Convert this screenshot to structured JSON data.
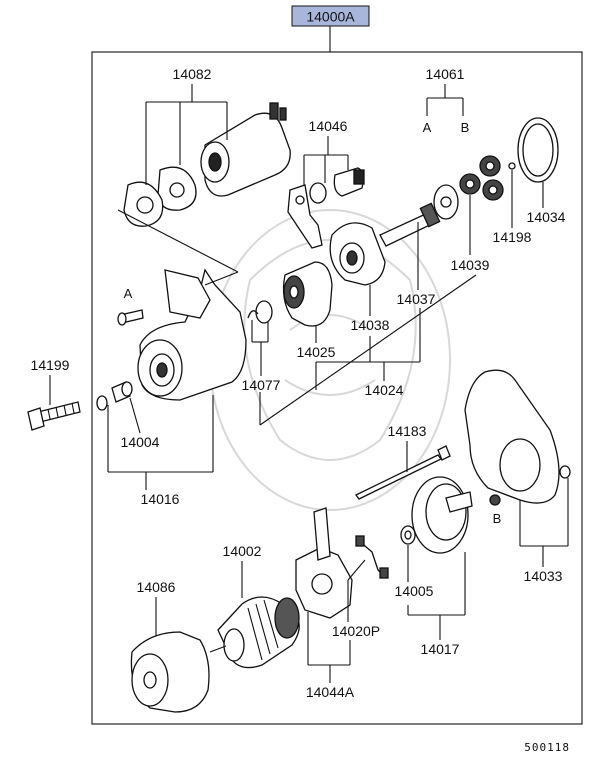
{
  "assembly_label": "14000A",
  "ref_code": "500118",
  "colors": {
    "highlight": "#a9b6dc",
    "line": "#111111"
  },
  "labels": {
    "p14082": "14082",
    "p14061": "14061",
    "p14061_a": "A",
    "p14061_b": "B",
    "p14046": "14046",
    "p14034": "14034",
    "p14198": "14198",
    "p14039": "14039",
    "p14037": "14037",
    "p14038": "14038",
    "p14025": "14025",
    "p14077": "14077",
    "p14024": "14024",
    "p14199": "14199",
    "p14004": "14004",
    "p14016": "14016",
    "p14183": "14183",
    "p14033": "14033",
    "p14002": "14002",
    "p14086": "14086",
    "p14005": "14005",
    "p14017": "14017",
    "p14020p": "14020P",
    "p14044a": "14044A",
    "marker_a": "A",
    "marker_b": "B"
  }
}
